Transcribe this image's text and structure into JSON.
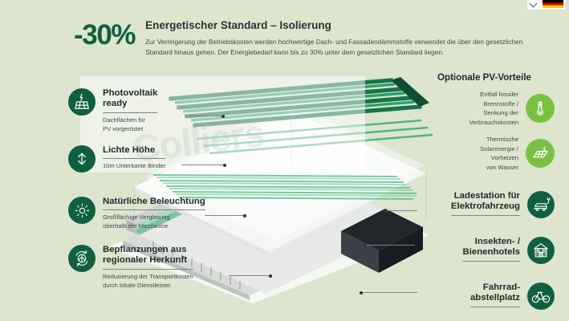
{
  "page": {
    "background_color": "#dde5cf",
    "brand_dark_green": "#10603f",
    "brand_lime_green": "#7ac143",
    "watermark": "Colliers"
  },
  "lang_selector": {
    "name": "language-selector",
    "flag": "de-flag-icon",
    "chevron": "chevron-down-icon"
  },
  "header": {
    "hero_number": "-30%",
    "title": "Energetischer Standard – Isolierung",
    "description": "Zur Verringerung der Betriebskosten werden hochwertige Dach- und Fassadendämmstoffe verwendet die über den gesetzlichen Standard hinaus gehen. Der Energiebedarf kann bis zu 30% unter dem gesetzlichen Standard liegen."
  },
  "features_left": [
    {
      "id": "photovoltaik",
      "icon": "solar-panel-icon",
      "title": "Photovoltaik\nready",
      "subtitle": "Dachflächen für\nPV vorgerüstet"
    },
    {
      "id": "lichte-hoehe",
      "icon": "height-arrow-icon",
      "title": "Lichte Höhe",
      "subtitle": "10m Unterkante Binder"
    },
    {
      "id": "natuerliche-beleuchtung",
      "icon": "sun-icon",
      "title": "Natürliche Beleuchtung",
      "subtitle": "Großflächige Verglasung\noberhalb der Mezzanine"
    },
    {
      "id": "bepflanzungen",
      "icon": "plant-recycle-icon",
      "title": "Bepflanzungen aus\nregionaler Herkunft",
      "subtitle": "Reduzierung der Transportkosten\ndurch lokale Dienstleister"
    }
  ],
  "pv_group": {
    "heading": "Optionale PV-Vorteile",
    "items": [
      {
        "id": "entfall-fossiler-brennstoffe",
        "icon": "thermometer-bolt-icon",
        "label": "Entfall fossiler\nBrennstoffe /\nSenkung der\nVerbrauchskosten"
      },
      {
        "id": "thermische-solarenergie",
        "icon": "solar-thermal-icon",
        "label": "Thermische\nSolarenergie /\nVorheizen\nvon Wasser"
      }
    ]
  },
  "features_right": [
    {
      "id": "ladestation",
      "icon": "ev-charging-car-icon",
      "title": "Ladestation für\nElektrofahrzeug"
    },
    {
      "id": "insektenhotels",
      "icon": "insect-hotel-icon",
      "title": "Insekten- /\nBienenhotels"
    },
    {
      "id": "fahrradabstellplatz",
      "icon": "bicycle-icon",
      "title": "Fahrrad-\nabstellplatz"
    }
  ]
}
